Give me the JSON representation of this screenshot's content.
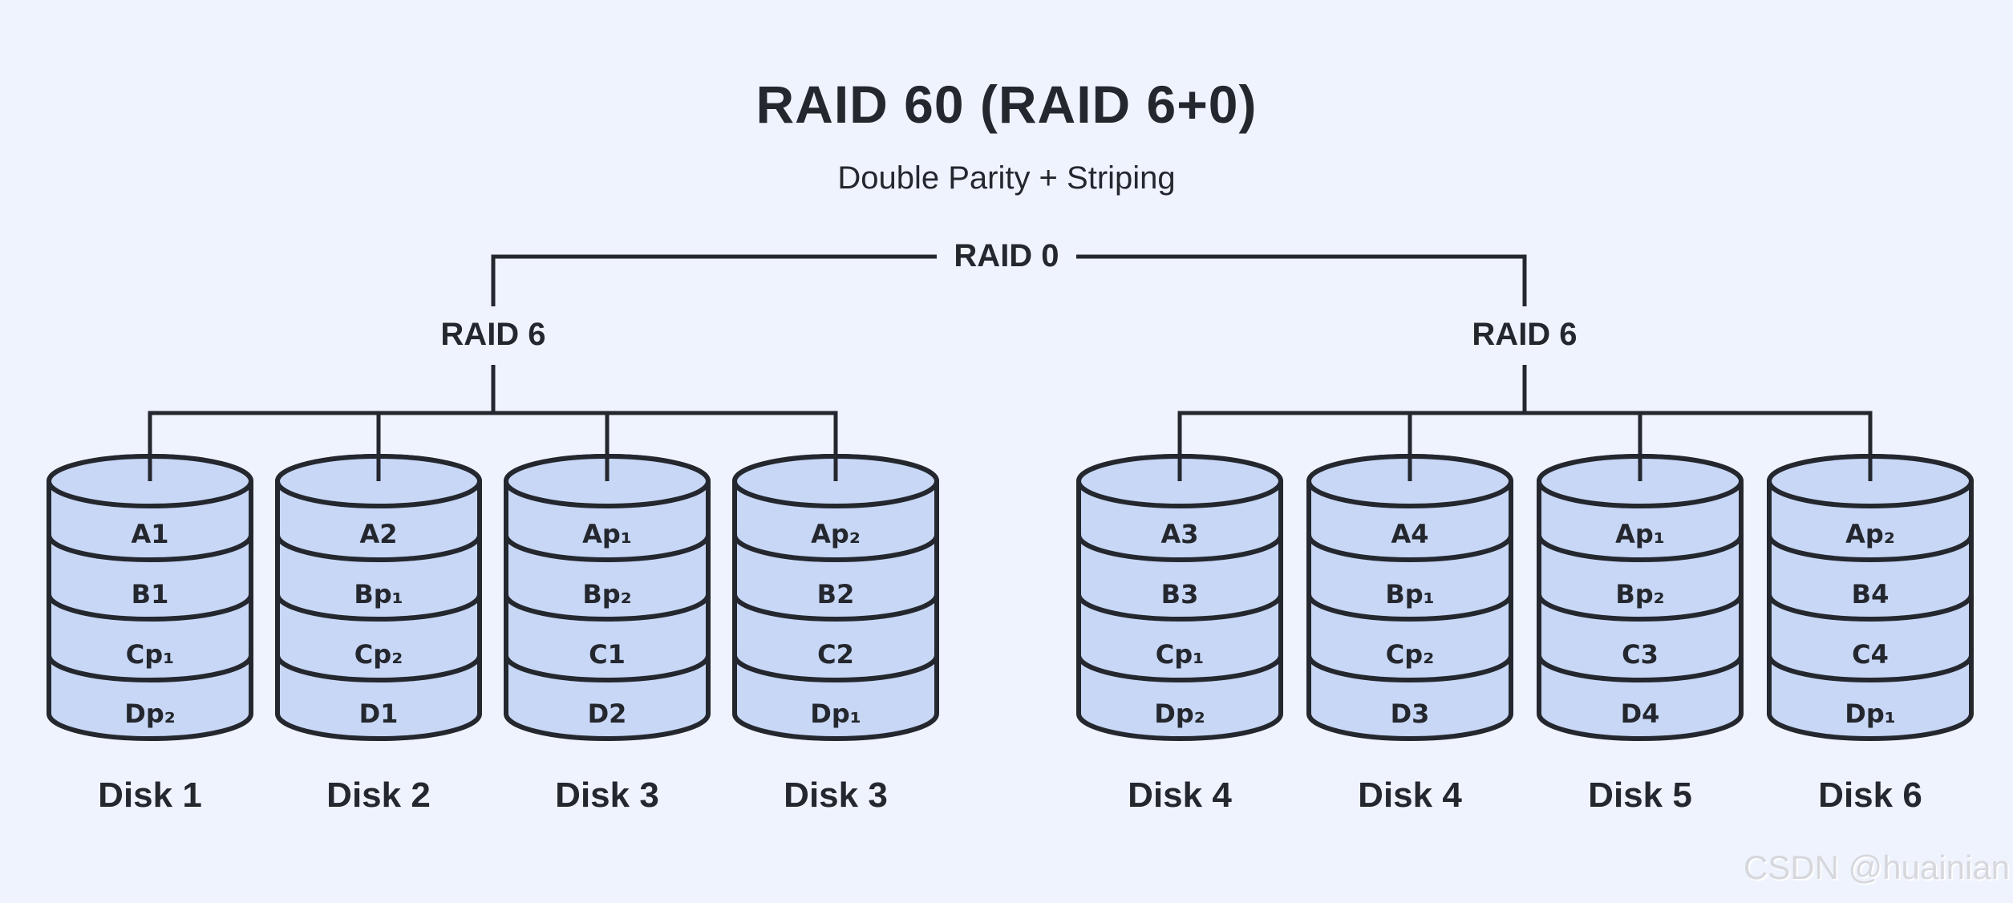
{
  "title": "RAID 60 (RAID 6+0)",
  "subtitle": "Double Parity + Striping",
  "tree": {
    "root_label": "RAID 0"
  },
  "groups": [
    {
      "label": "RAID 6",
      "disks": [
        {
          "label": "Disk 1",
          "blocks": [
            "A1",
            "B1",
            "Cp₁",
            "Dp₂"
          ]
        },
        {
          "label": "Disk 2",
          "blocks": [
            "A2",
            "Bp₁",
            "Cp₂",
            "D1"
          ]
        },
        {
          "label": "Disk 3",
          "blocks": [
            "Ap₁",
            "Bp₂",
            "C1",
            "D2"
          ]
        },
        {
          "label": "Disk 3",
          "blocks": [
            "Ap₂",
            "B2",
            "C2",
            "Dp₁"
          ]
        }
      ]
    },
    {
      "label": "RAID 6",
      "disks": [
        {
          "label": "Disk 4",
          "blocks": [
            "A3",
            "B3",
            "Cp₁",
            "Dp₂"
          ]
        },
        {
          "label": "Disk 4",
          "blocks": [
            "A4",
            "Bp₁",
            "Cp₂",
            "D3"
          ]
        },
        {
          "label": "Disk 5",
          "blocks": [
            "Ap₁",
            "Bp₂",
            "C3",
            "D4"
          ]
        },
        {
          "label": "Disk 6",
          "blocks": [
            "Ap₂",
            "B4",
            "C4",
            "Dp₁"
          ]
        }
      ]
    }
  ],
  "watermark": "CSDN @huainian",
  "colors": {
    "background": "#EFF3FD",
    "line": "#24272E",
    "cylinder_fill": "#C7D7F5",
    "watermark": "#D6D8DD"
  }
}
